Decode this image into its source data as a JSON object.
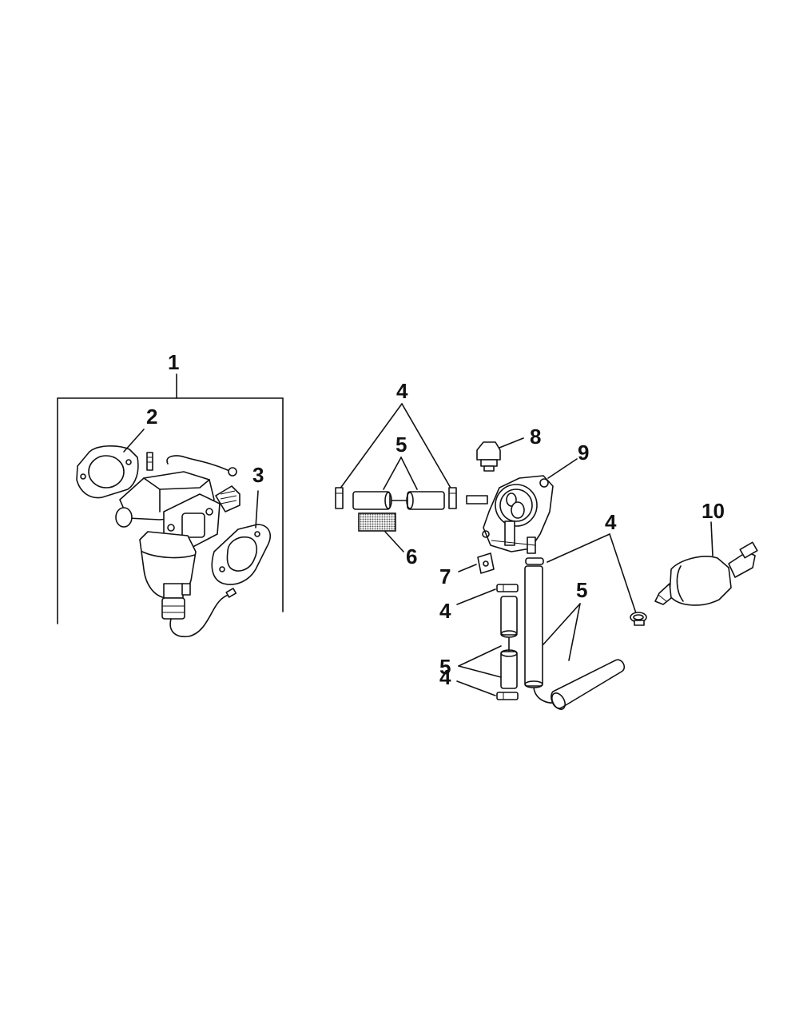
{
  "callouts": {
    "c1": "1",
    "c2": "2",
    "c3": "3",
    "c4_top": "4",
    "c5_top": "5",
    "c6": "6",
    "c7": "7",
    "c8": "8",
    "c9": "9",
    "c4_right": "4",
    "c10": "10",
    "c4_mid": "4",
    "c5_right": "5",
    "c5_left": "5",
    "c4_bottom": "4"
  },
  "colors": {
    "ink": "#111111",
    "paper": "#ffffff",
    "screen_fill": "#8a8a8a"
  }
}
